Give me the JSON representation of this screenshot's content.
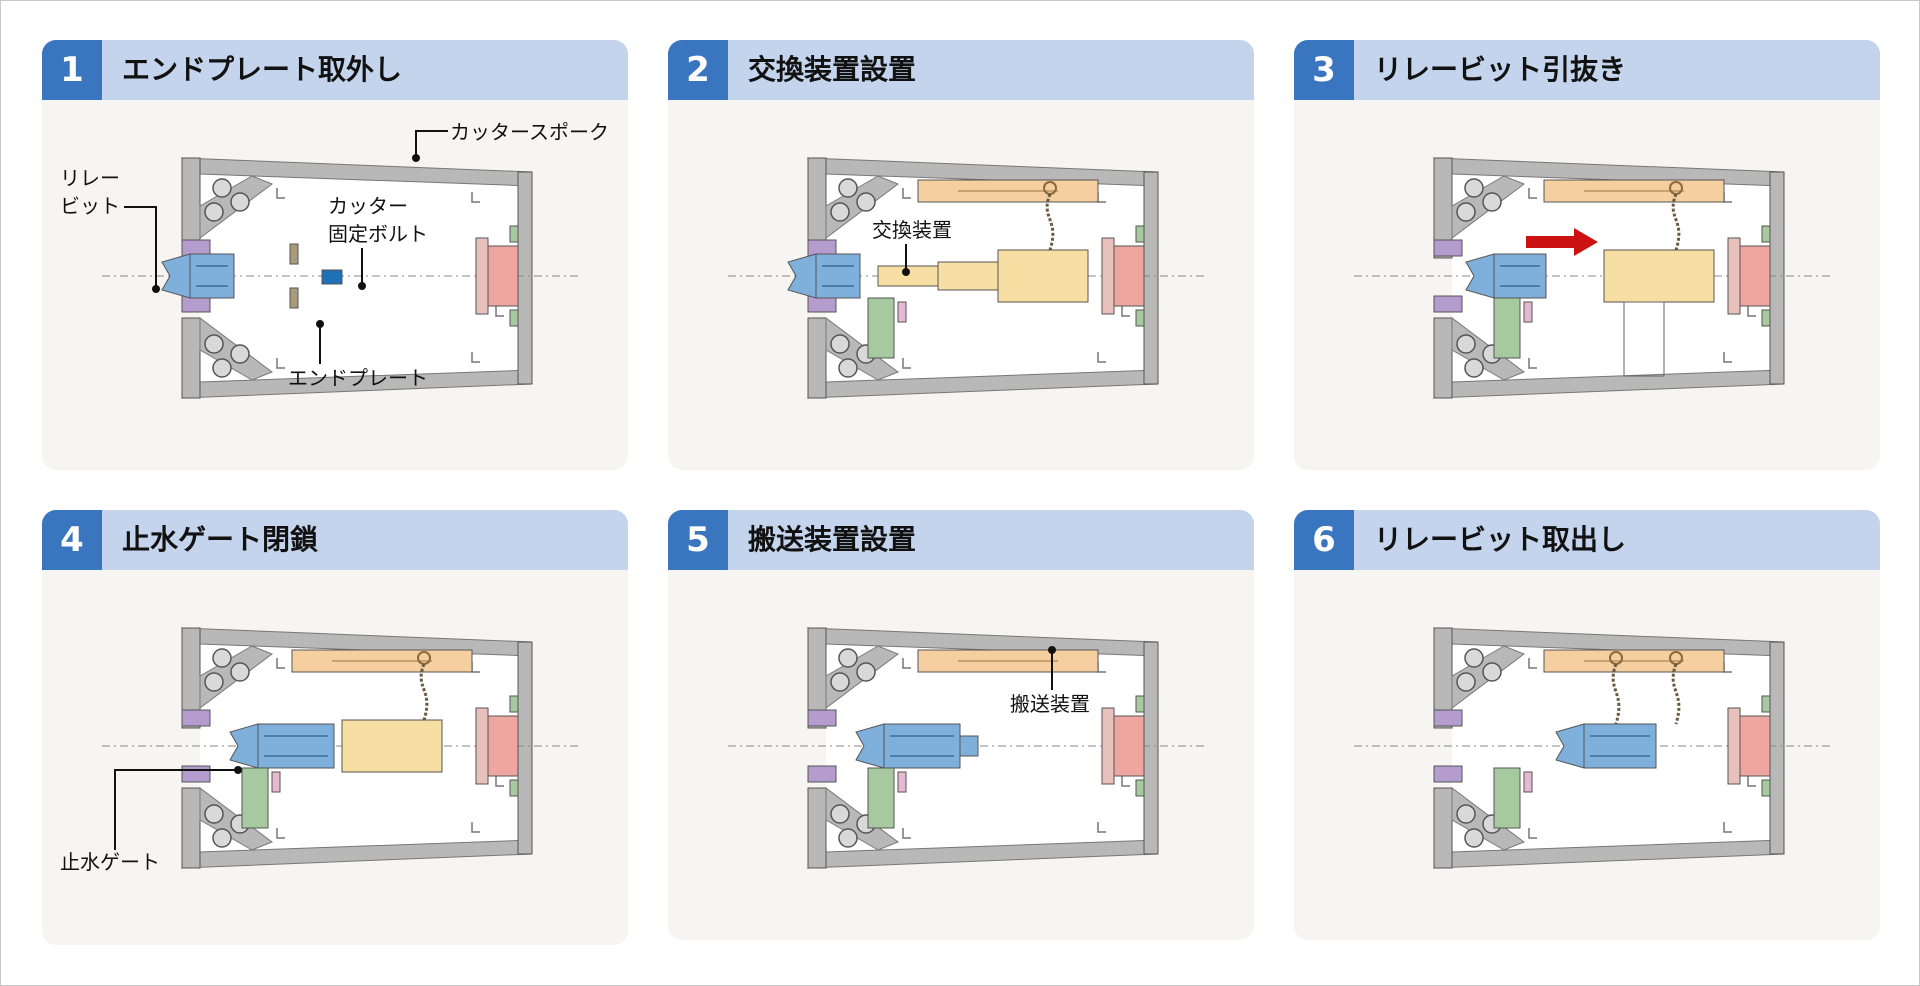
{
  "steps": [
    {
      "number": "1",
      "title": "エンドプレート取外し"
    },
    {
      "number": "2",
      "title": "交換装置設置"
    },
    {
      "number": "3",
      "title": "リレービット引抜き"
    },
    {
      "number": "4",
      "title": "止水ゲート閉鎖"
    },
    {
      "number": "5",
      "title": "搬送装置設置"
    },
    {
      "number": "6",
      "title": "リレービット取出し"
    }
  ],
  "labels": {
    "cutter_spoke": "カッタースポーク",
    "relay_bit_line1": "リレー",
    "relay_bit_line2": "ビット",
    "cutter_bolt_line1": "カッター",
    "cutter_bolt_line2": "固定ボルト",
    "end_plate": "エンドプレート",
    "exchange_device": "交換装置",
    "water_gate": "止水ゲート",
    "transport_device": "搬送装置"
  },
  "colors": {
    "header_bg": "#c4d4ec",
    "number_bg": "#3a76c0",
    "panel_bg": "#f6f5f1",
    "frame_gray": "#b8b8b8",
    "bit_blue": "#7fb0dc",
    "bit_purple": "#b49ccf",
    "device_yellow": "#f7dfa4",
    "flange_pink": "#f0a6a0",
    "carrier_orange": "#f5cfa0",
    "arrow_red": "#cc1111",
    "bolt_blue": "#1e6fb8",
    "cylinder_green": "#a7c9a0"
  }
}
